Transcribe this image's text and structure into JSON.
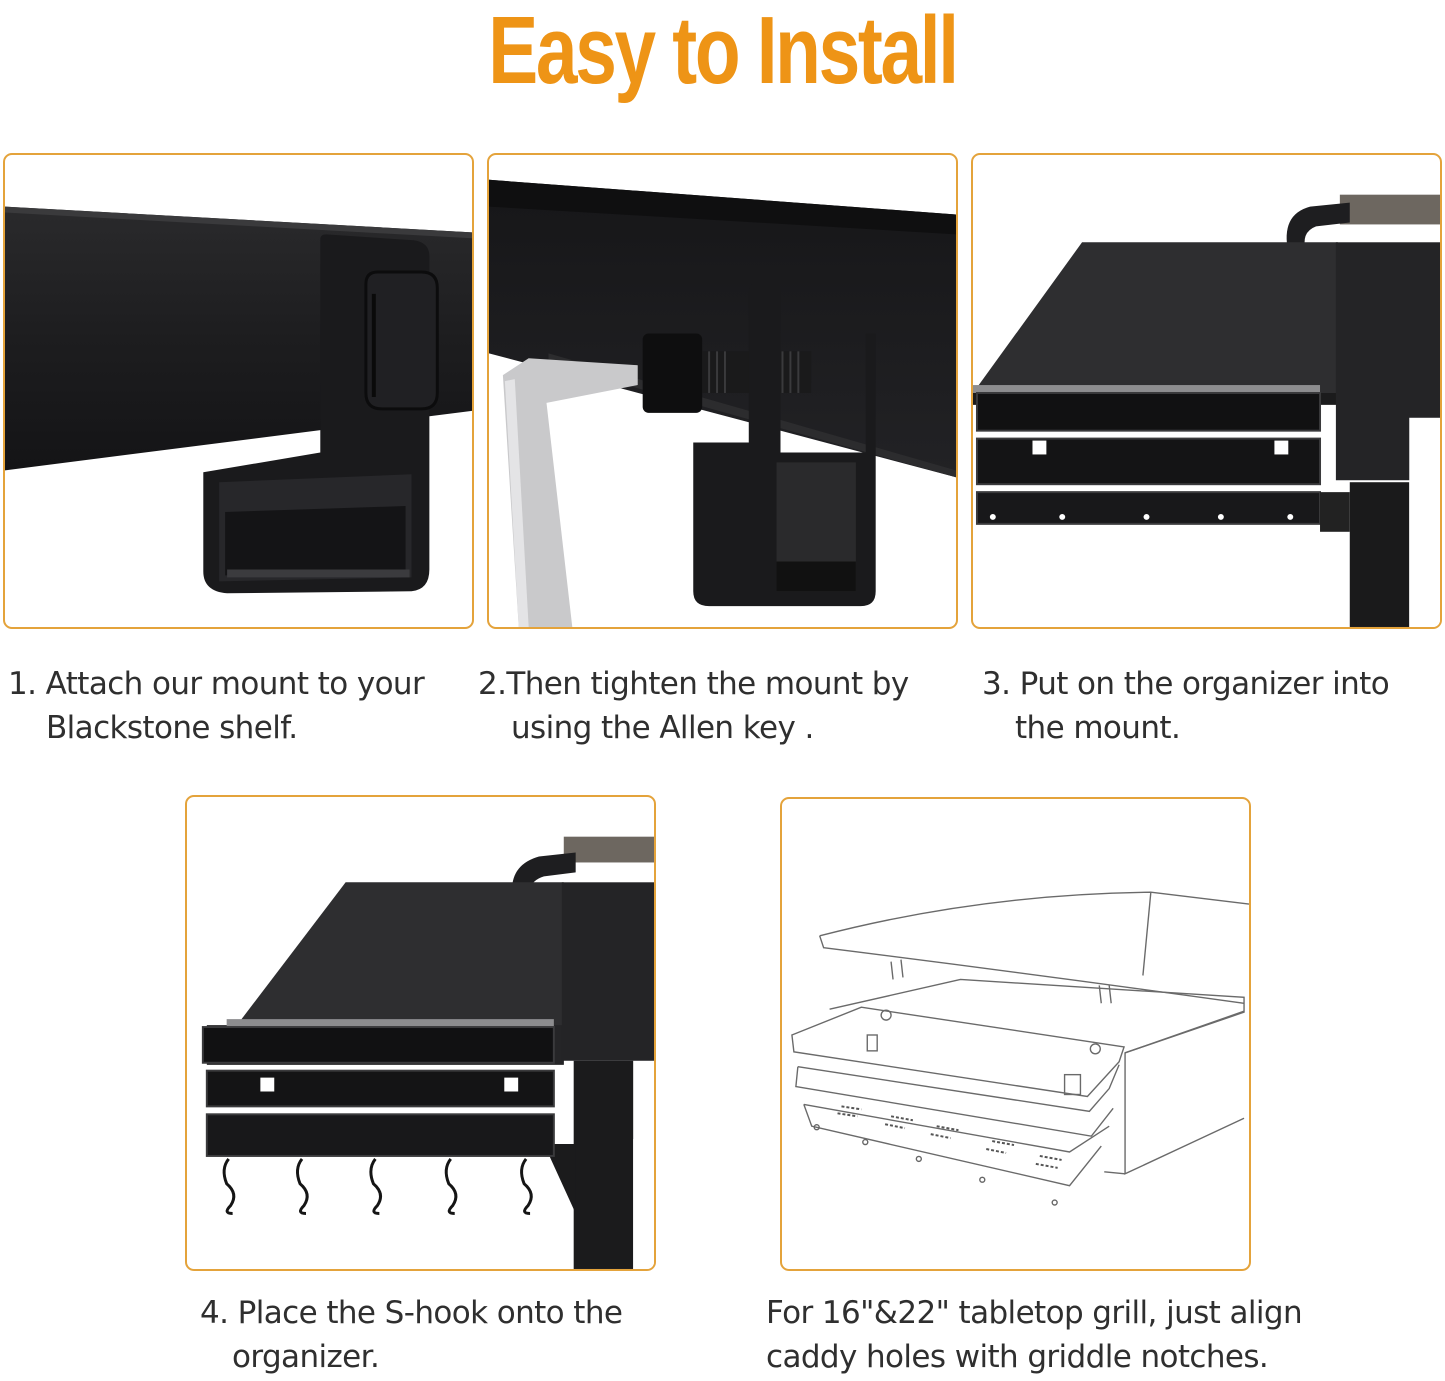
{
  "title": "Easy to Install",
  "colors": {
    "accent": "#ee9416",
    "frame_border": "#e4a33b",
    "caption_text": "#2f2f2f",
    "product_black": "#1c1c1c"
  },
  "steps": [
    {
      "number": "1.",
      "line1": "Attach our mount to your",
      "line2": "Blackstone shelf.",
      "image": "mount-attached-to-shelf"
    },
    {
      "number": "2.",
      "line1": "Then tighten the mount by",
      "line2": "using the Allen key .",
      "image": "allen-key-tightening-mount"
    },
    {
      "number": "3.",
      "line1": "Put on the organizer into",
      "line2": "the mount.",
      "image": "organizer-on-griddle-shelf"
    },
    {
      "number": "4.",
      "line1": "Place the S-hook onto the",
      "line2": "organizer.",
      "image": "organizer-with-s-hooks"
    },
    {
      "number": "",
      "line1": "For 16\"&22\" tabletop grill, just align",
      "line2": "caddy holes with griddle notches.",
      "image": "tabletop-grill-line-drawing"
    }
  ]
}
